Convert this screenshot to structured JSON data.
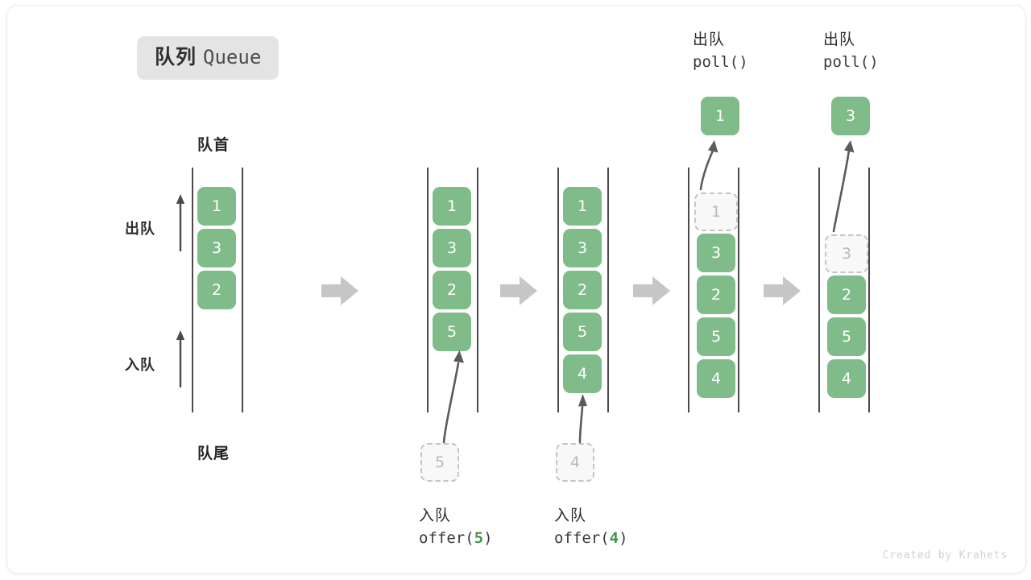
{
  "title": {
    "cn": "队列",
    "en": "Queue"
  },
  "labels": {
    "front": "队首",
    "rear": "队尾",
    "dequeue": "出队",
    "enqueue": "入队"
  },
  "colors": {
    "element_fill": "#7fbc8a",
    "element_text": "#ffffff",
    "ghost_fill": "#f8f8f8",
    "ghost_border": "#c4c4c4",
    "ghost_text": "#b9b9b9",
    "rail": "#4a4a4a",
    "transition_arrow": "#c6c6c6",
    "badge_bg": "#e4e4e4",
    "code_arg": "#45964f",
    "credit": "#d2d2d2"
  },
  "steps": [
    {
      "id": "initial",
      "queue": [
        "1",
        "3",
        "2"
      ],
      "ghost_in_queue": null,
      "caption_cn": "",
      "caption_code": "",
      "top_label_cn": "",
      "top_label_code": "",
      "result_value": "",
      "incoming_value": ""
    },
    {
      "id": "after-offer-5",
      "queue": [
        "1",
        "3",
        "2",
        "5"
      ],
      "ghost_in_queue": null,
      "caption_cn": "入队",
      "caption_code": "offer(",
      "caption_arg": "5",
      "caption_code_end": ")",
      "incoming_value": "5",
      "top_label_cn": "",
      "top_label_code": "",
      "result_value": ""
    },
    {
      "id": "after-offer-4",
      "queue": [
        "1",
        "3",
        "2",
        "5",
        "4"
      ],
      "ghost_in_queue": null,
      "caption_cn": "入队",
      "caption_code": "offer(",
      "caption_arg": "4",
      "caption_code_end": ")",
      "incoming_value": "4",
      "top_label_cn": "",
      "top_label_code": "",
      "result_value": ""
    },
    {
      "id": "poll-1",
      "queue": [
        "3",
        "2",
        "5",
        "4"
      ],
      "ghost_in_queue": "1",
      "caption_cn": "",
      "caption_code": "",
      "top_label_cn": "出队",
      "top_label_code": "poll()",
      "result_value": "1",
      "incoming_value": ""
    },
    {
      "id": "poll-3",
      "queue": [
        "2",
        "5",
        "4"
      ],
      "ghost_in_queue": "3",
      "caption_cn": "",
      "caption_code": "",
      "top_label_cn": "出队",
      "top_label_code": "poll()",
      "result_value": "3",
      "incoming_value": ""
    }
  ],
  "credit": "Created by Krahets"
}
